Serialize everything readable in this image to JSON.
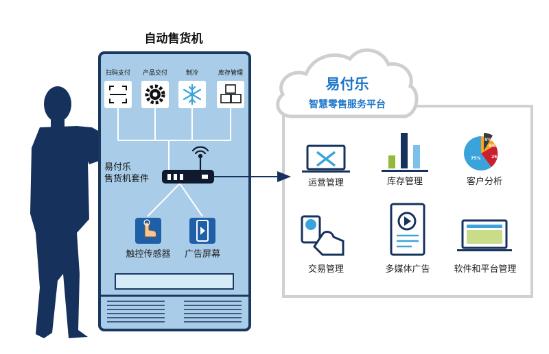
{
  "machine": {
    "title": "自动售货机",
    "kit_label": "易付乐\n售货机套件",
    "modules": [
      {
        "label": "扫码支付",
        "icon": "qr-scan-icon"
      },
      {
        "label": "产品交付",
        "icon": "gear-icon"
      },
      {
        "label": "制冷",
        "icon": "snowflake-icon"
      },
      {
        "label": "库存管理",
        "icon": "boxes-icon"
      }
    ],
    "outputs": [
      {
        "label": "触控传感器",
        "icon": "touch-hand-icon"
      },
      {
        "label": "广告屏幕",
        "icon": "play-screen-icon"
      }
    ]
  },
  "platform": {
    "brand": "易付乐",
    "slogan": "智慧零售服务平台",
    "features": [
      {
        "label": "运营管理",
        "icon": "laptop-tools-icon"
      },
      {
        "label": "库存管理",
        "icon": "bar-chart-icon"
      },
      {
        "label": "客户分析",
        "icon": "pie-chart-icon"
      },
      {
        "label": "交易管理",
        "icon": "dollar-hand-icon"
      },
      {
        "label": "多媒体广告",
        "icon": "media-document-icon"
      },
      {
        "label": "软件和平台管理",
        "icon": "laptop-dashboard-icon"
      }
    ],
    "pie_labels": [
      "75%",
      "25%",
      "5%",
      "5%"
    ]
  },
  "colors": {
    "navy": "#16325c",
    "machine_fill": "#a9cde8",
    "machine_border": "#1a3760",
    "brand_blue": "#1f77c8",
    "frame_gray": "#d0d0d0"
  }
}
